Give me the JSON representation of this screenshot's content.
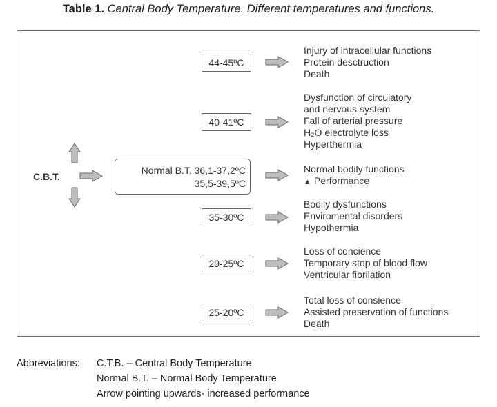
{
  "title": {
    "label": "Table 1.",
    "text": "Central Body Temperature. Different temperatures and functions."
  },
  "center": {
    "cbt_label": "C.B.T.",
    "normal_line1": "Normal B.T. 36,1-37,2ºC",
    "normal_line2": "35,5-39,5ºC",
    "normal_funcs": [
      "Normal bodily functions",
      "Performance"
    ]
  },
  "rows": [
    {
      "temp": "44-45ºC",
      "funcs": [
        "Injury of intracellular functions",
        "Protein desctruction",
        "Death"
      ]
    },
    {
      "temp": "40-41ºC",
      "funcs": [
        "Dysfunction of circulatory",
        "and nervous system",
        "Fall of arterial pressure",
        "H₂O electrolyte loss",
        "Hyperthermia"
      ]
    },
    {
      "temp": "35-30ºC",
      "funcs": [
        "Bodily dysfunctions",
        "Enviromental disorders",
        "Hypothermia"
      ]
    },
    {
      "temp": "29-25ºC",
      "funcs": [
        "Loss of concience",
        "Temporary stop of blood flow",
        "Ventricular fibrilation"
      ]
    },
    {
      "temp": "25-20ºC",
      "funcs": [
        "Total loss of consience",
        "Assisted preservation of functions",
        "Death"
      ]
    }
  ],
  "abbreviations": {
    "heading": "Abbreviations:",
    "items": [
      "C.T.B. – Central Body Temperature",
      "Normal B.T. – Normal Body Temperature",
      "Arrow pointing upwards- increased performance"
    ]
  },
  "colors": {
    "arrow_fill": "#bdbdbd",
    "arrow_stroke": "#6a6a6a",
    "border": "#666666"
  }
}
